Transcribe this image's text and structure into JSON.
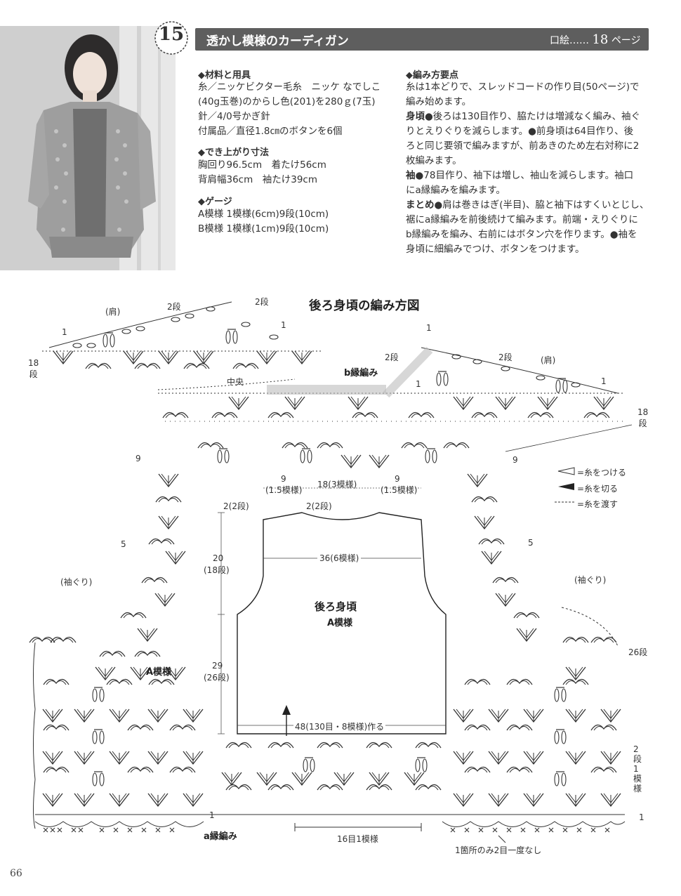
{
  "header": {
    "pattern_number": "15",
    "title": "透かし模様のカーディガン",
    "reference_prefix": "口絵……",
    "reference_page": "18",
    "reference_suffix": "ページ"
  },
  "materials": {
    "heading": "◆材料と用具",
    "lines": [
      "糸／ニッケビクター毛糸　ニッケ なでしこ",
      "(40g玉巻)のからし色(201)を280ｇ(7玉)",
      "針／4/0号かぎ針",
      "付属品／直径1.8㎝のボタンを6個"
    ]
  },
  "finished_size": {
    "heading": "◆でき上がり寸法",
    "lines": [
      "胸回り96.5cm　着たけ56cm",
      "背肩幅36cm　袖たけ39cm"
    ]
  },
  "gauge": {
    "heading": "◆ゲージ",
    "lines": [
      "A模様 1模様(6cm)9段(10cm)",
      "B模様 1模様(1cm)9段(10cm)"
    ]
  },
  "instructions": {
    "heading": "◆編み方要点",
    "intro_lines": [
      "糸は1本どりで、スレッドコードの作り目(50ページ)で",
      "編み始めます。"
    ],
    "body_label": "身頃",
    "body_lines": [
      "後ろは130目作り、脇たけは増減なく編み、袖ぐ",
      "りとえりぐりを減らします。●前身頃は64目作り、後",
      "ろと同じ要領で編みますが、前あきのため左右対称に2",
      "枚編みます。"
    ],
    "sleeve_label": "袖",
    "sleeve_lines": [
      "78目作り、袖下は増し、袖山を減らします。袖口",
      "にa縁編みを編みます。"
    ],
    "finish_label": "まとめ",
    "finish_lines": [
      "肩は巻きはぎ(半目)、脇と袖下はすくいとじし、",
      "裾にa縁編みを前後続けて編みます。前端・えりぐりに",
      "b縁編みを編み、右前にはボタン穴を作ります。●袖を",
      "身頃に細編みでつけ、ボタンをつけます。"
    ],
    "bullet": "●"
  },
  "diagram": {
    "title": "後ろ身頃の編み方図",
    "labels": {
      "shoulder_left": "(肩)",
      "shoulder_right": "(肩)",
      "row2_left": "2段",
      "row2_left_arrow": "2段",
      "row2_right": "2段",
      "row2_right_arrow": "2段",
      "one_a": "1",
      "one_b": "1",
      "one_c": "1",
      "one_d": "1",
      "one_e": "1",
      "row18_left": "18\n段",
      "row18_right": "18\n段",
      "center": "中央",
      "b_edging": "b縁編み",
      "nine_left": "9",
      "nine_right": "9",
      "five_left": "5",
      "five_right": "5",
      "armhole_left": "(袖ぐり)",
      "armhole_right": "(袖ぐり)",
      "row26": "26段",
      "a_pattern": "A模様",
      "a_edging": "a縁編み",
      "sixteen_one": "16目1模様",
      "one_place": "1箇所のみ2目一度なし",
      "two_rows_one": "2段1模様",
      "one_bottom_left": "1",
      "one_bottom_right": "1"
    },
    "legend": [
      {
        "symbol": "◁",
        "text": "=糸をつける"
      },
      {
        "symbol": "◀",
        "text": "=糸を切る"
      },
      {
        "symbol": "⇠",
        "text": "=糸を渡す"
      }
    ],
    "schematic": {
      "neck_side_left": "9",
      "neck_side_left_sub": "(1.5模様)",
      "neck_center": "18(3模様)",
      "neck_side_right": "9",
      "neck_side_right_sub": "(1.5模様)",
      "shoulder_rows_left": "2(2段)",
      "shoulder_rows_center": "2(2段)",
      "armhole_height": "20",
      "armhole_rows": "(18段)",
      "back_width": "36(6模様)",
      "piece_name": "後ろ身頃",
      "piece_pattern": "A模様",
      "side_height": "29",
      "side_rows": "(26段)",
      "cast_on": "48(130目・8模様)作る"
    }
  },
  "page_number": "66"
}
